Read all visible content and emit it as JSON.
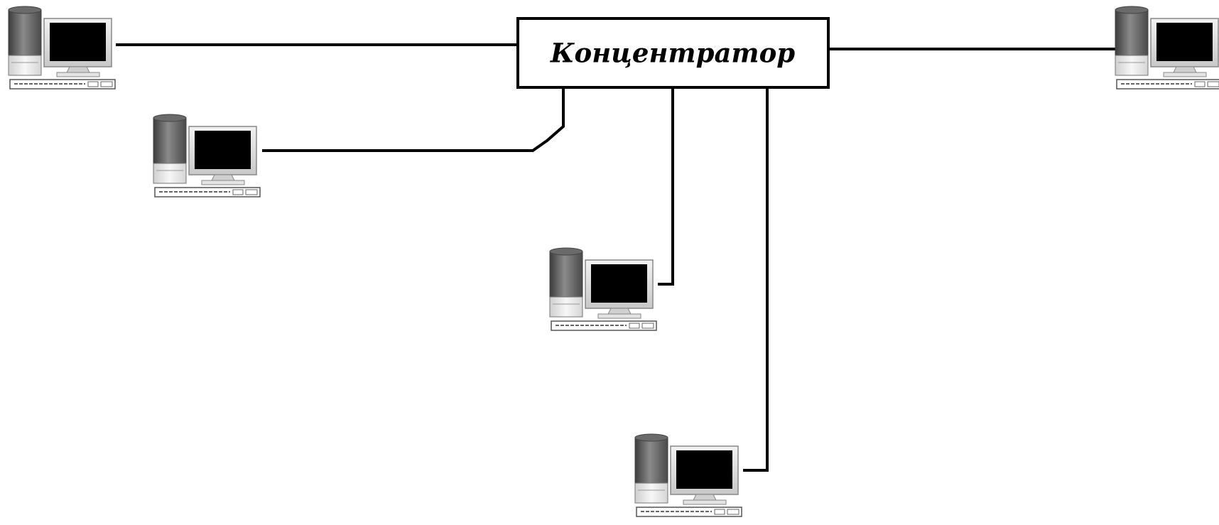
{
  "hub": {
    "label": "Концентратор"
  },
  "computers": [
    {
      "name": "computer-top-left"
    },
    {
      "name": "computer-upper-left"
    },
    {
      "name": "computer-center"
    },
    {
      "name": "computer-bottom-center"
    },
    {
      "name": "computer-top-right"
    }
  ],
  "colors": {
    "line": "#000000",
    "screen": "#000000",
    "monitor_frame": "#dcdcdc",
    "tower_dark": "#5a5a5a",
    "tower_light": "#e6e6e6",
    "background": "#ffffff"
  }
}
